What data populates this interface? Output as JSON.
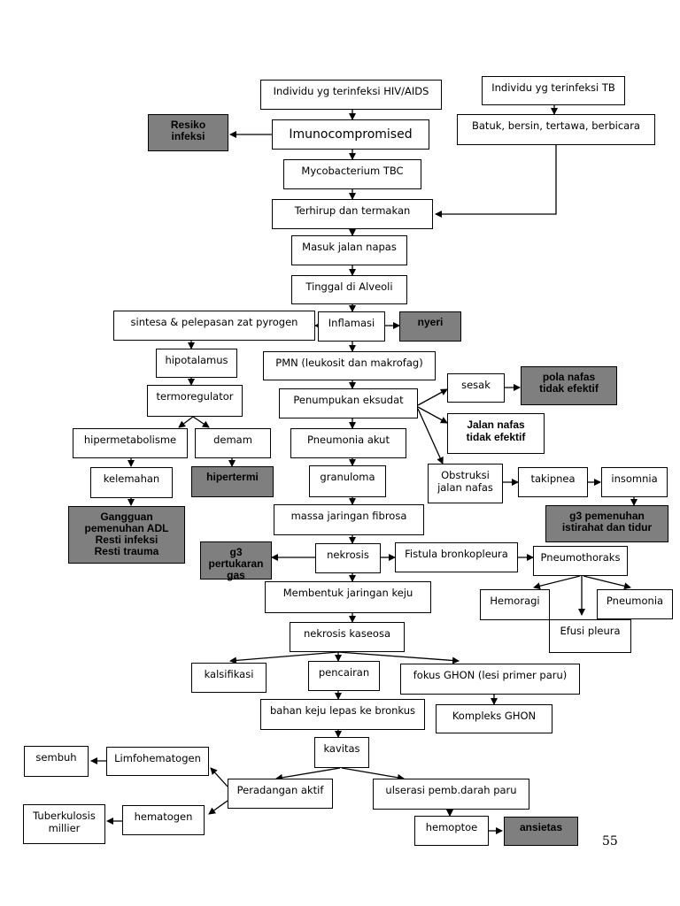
{
  "diagram": {
    "page_number": "55",
    "nodes": {
      "hiv": "Individu yg terinfeksi HIV/AIDS",
      "tb": "Individu yg terinfeksi TB",
      "resiko_infeksi": "Resiko\ninfeksi",
      "imunocompromised": "Imunocompromised",
      "batuk": "Batuk, bersin, tertawa, berbicara",
      "mycobacterium": "Mycobacterium TBC",
      "terhirup": "Terhirup dan termakan",
      "masuk": "Masuk jalan napas",
      "tinggal": "Tinggal  di  Alveoli",
      "sintesa": "sintesa & pelepasan zat pyrogen",
      "inflamasi": "Inflamasi",
      "nyeri": "nyeri",
      "hipotalamus": "hipotalamus",
      "pmn": "PMN (leukosit dan makrofag)",
      "termoregulator": "termoregulator",
      "penumpukan": "Penumpukan eksudat",
      "sesak": "sesak",
      "pola_nafas": "pola nafas\ntidak efektif",
      "jalan_nafas": "Jalan nafas\ntidak efektif",
      "hipermetabolisme": "hipermetabolisme",
      "demam": "demam",
      "pneumonia_akut": "Pneumonia akut",
      "obstruksi": "Obstruksi\njalan nafas",
      "takipnea": "takipnea",
      "insomnia": "insomnia",
      "kelemahan": "kelemahan",
      "hipertermi": "hipertermi",
      "granuloma": "granuloma",
      "g3_istirahat": "g3 pemenuhan\nistirahat dan tidur",
      "gangguan_adl": "Gangguan\npemenuhan ADL\nResti infeksi\nResti trauma",
      "massa": "massa jaringan fibrosa",
      "g3_pertukaran": "g3 pertukaran\ngas",
      "nekrosis": "nekrosis",
      "fistula": "Fistula bronkopleura",
      "pneumothoraks": "Pneumothoraks",
      "membentuk": "Membentuk jaringan keju",
      "hemoragi": "Hemoragi",
      "pneumonia": "Pneumonia",
      "efusi": "Efusi pleura",
      "nekrosis_kaseosa": "nekrosis kaseosa",
      "kalsifikasi": "kalsifikasi",
      "pencairan": "pencairan",
      "fokus_ghon": "fokus GHON (lesi primer paru)",
      "bahan_keju": "bahan keju lepas ke bronkus",
      "kompleks_ghon": "Kompleks GHON",
      "kavitas": "kavitas",
      "sembuh": "sembuh",
      "limfohematogen": "Limfohematogen",
      "peradangan": "Peradangan aktif",
      "ulserasi": "ulserasi pemb.darah paru",
      "tuberkulosis": "Tuberkulosis\nmillier",
      "hematogen": "hematogen",
      "hemoptoe": "hemoptoe",
      "ansietas": "ansietas"
    }
  }
}
